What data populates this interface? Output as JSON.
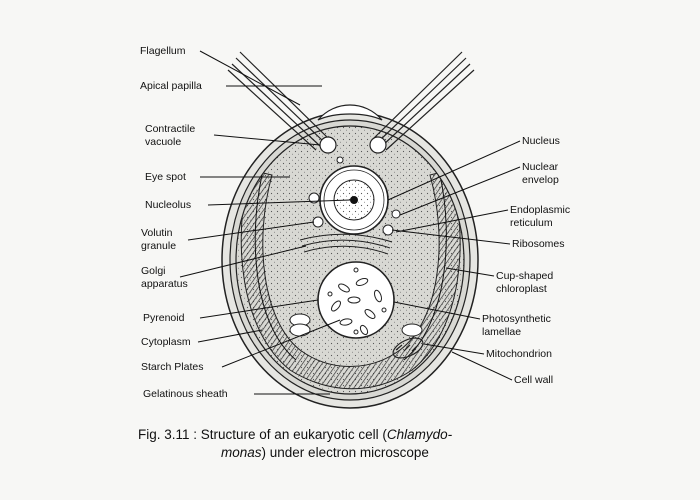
{
  "labels_left": [
    "Flagellum",
    "Apical papilla",
    "Contractile",
    "vacuole",
    "Eye spot",
    "Nucleolus",
    "Volutin",
    "granule",
    "Golgi",
    "apparatus",
    "Pyrenoid",
    "Cytoplasm",
    "Starch Plates",
    "Gelatinous sheath"
  ],
  "labels_right": [
    "Nucleus",
    "Nuclear",
    "envelop",
    "Endoplasmic",
    "reticulum",
    "Ribosomes",
    "Cup-shaped",
    "chloroplast",
    "Photosynthetic",
    "lamellae",
    "Mitochondrion",
    "Cell wall"
  ],
  "caption": {
    "prefix": "Fig. 3.11 :  Structure of an eukaryotic cell (",
    "italic1": "Chlamydo-",
    "italic2": "monas",
    "suffix": ") under electron microscope"
  }
}
